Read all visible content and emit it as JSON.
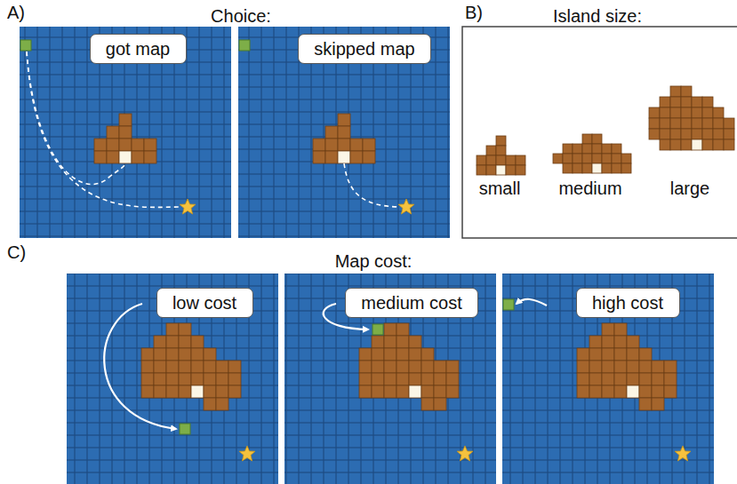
{
  "diagram": {
    "nodes": [
      {
        "text": [
          "got map"
        ]
      },
      {
        "text": [
          "skipped map"
        ]
      },
      {
        "text": [
          "low cost"
        ]
      },
      {
        "text": [
          "medium cost"
        ]
      },
      {
        "text": [
          "high cost"
        ]
      }
    ],
    "labels": [
      "A)",
      "Choice:",
      "B)",
      "Island size:",
      "small",
      "medium",
      "large",
      "C)",
      "Map cost:"
    ]
  }
}
